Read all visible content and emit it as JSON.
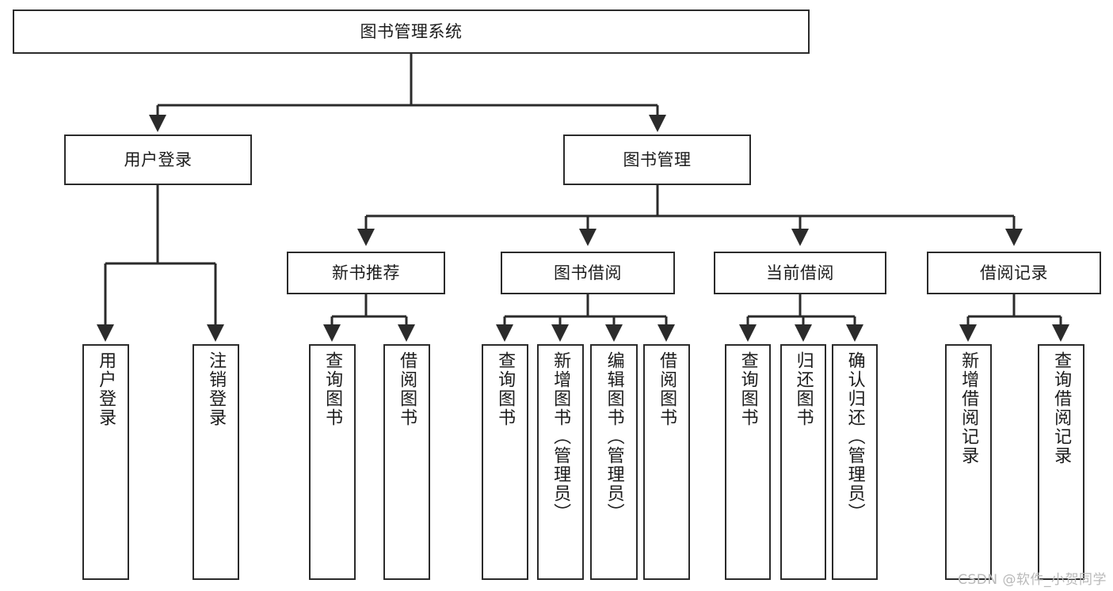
{
  "diagram": {
    "title": "图书管理系统",
    "type": "tree-structure-chart",
    "edge_color": "#2b2b2b",
    "node_border_color": "#2b2b2b",
    "node_fill_color": "#ffffff",
    "text_color": "#1c1c1c"
  },
  "nodes": {
    "root": {
      "label": "图书管理系统"
    },
    "level2": [
      {
        "label": "用户登录"
      },
      {
        "label": "图书管理"
      }
    ],
    "level3": [
      {
        "label": "新书推荐"
      },
      {
        "label": "图书借阅"
      },
      {
        "label": "当前借阅"
      },
      {
        "label": "借阅记录"
      }
    ],
    "leaves": {
      "user_login": [
        {
          "label": "用户登录"
        },
        {
          "label": "注销登录"
        }
      ],
      "new_book_recommend": [
        {
          "label": "查询图书"
        },
        {
          "label": "借阅图书"
        }
      ],
      "book_borrow": [
        {
          "label": "查询图书"
        },
        {
          "label": "新增图书（管理员）"
        },
        {
          "label": "编辑图书（管理员）"
        },
        {
          "label": "借阅图书"
        }
      ],
      "current_borrow": [
        {
          "label": "查询图书"
        },
        {
          "label": "归还图书"
        },
        {
          "label": "确认归还（管理员）"
        }
      ],
      "borrow_record": [
        {
          "label": "新增借阅记录"
        },
        {
          "label": "查询借阅记录"
        }
      ]
    }
  },
  "watermark": {
    "text": "CSDN @软件_小贺同学"
  }
}
